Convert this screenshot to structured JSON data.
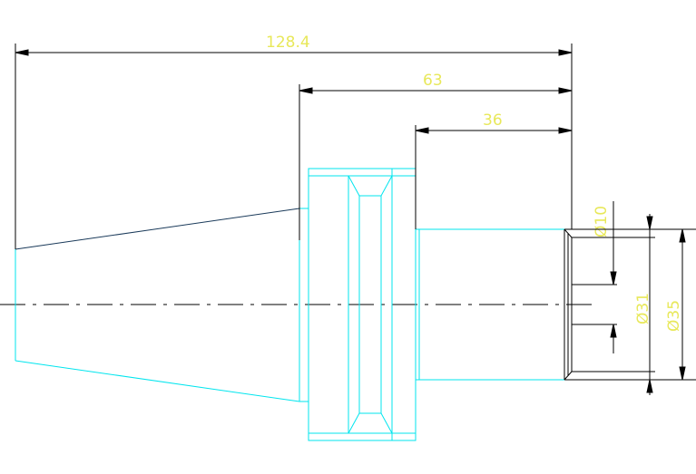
{
  "colors": {
    "background": "#ffffff",
    "outline": "#00e5ee",
    "dimension_line": "#000000",
    "dimension_text": "#e8e85a",
    "centerline": "#000000"
  },
  "dimensions": {
    "overall_length": "128.4",
    "flange_to_end": "63",
    "shank_length": "36",
    "dia_hole": "Ø10",
    "dia_inner": "Ø31",
    "dia_outer": "Ø35"
  }
}
